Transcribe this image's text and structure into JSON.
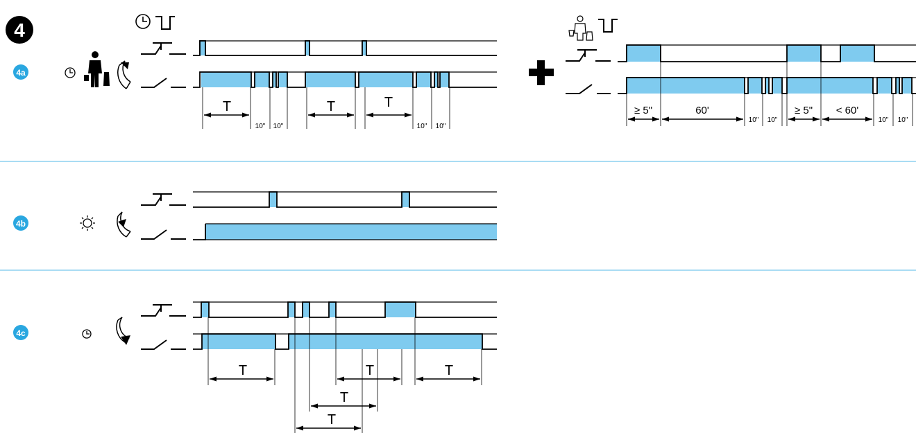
{
  "step_badge": "4",
  "colors": {
    "fill": "#7fcbef",
    "accent": "#2aa7e0",
    "divider": "#a9dcf3",
    "line": "#000000"
  },
  "icons": {
    "clock": "clock-icon",
    "pulse": "pulse-icon",
    "cleaner": "cleaner-icon",
    "selector": "rotary-selector-icon",
    "sun": "sun-icon",
    "plus": "plus-icon"
  },
  "sections": [
    {
      "id": "4a",
      "badge": "4a"
    },
    {
      "id": "4b",
      "badge": "4b"
    },
    {
      "id": "4c",
      "badge": "4c"
    }
  ],
  "labels_4a_left": {
    "t1": "T",
    "t2": "T",
    "t3": "T",
    "s1": "10\"",
    "s2": "10\"",
    "s3": "10\"",
    "s4": "10\""
  },
  "labels_4a_right": {
    "ge5_a": "≥ 5\"",
    "sixty": "60'",
    "s1": "10\"",
    "s2": "10\"",
    "ge5_b": "≥ 5\"",
    "lt60": "< 60'",
    "s3": "10\"",
    "s4": "10\""
  },
  "labels_4c": {
    "t1": "T",
    "t2": "T",
    "t3": "T",
    "t4": "T",
    "t5": "T"
  }
}
